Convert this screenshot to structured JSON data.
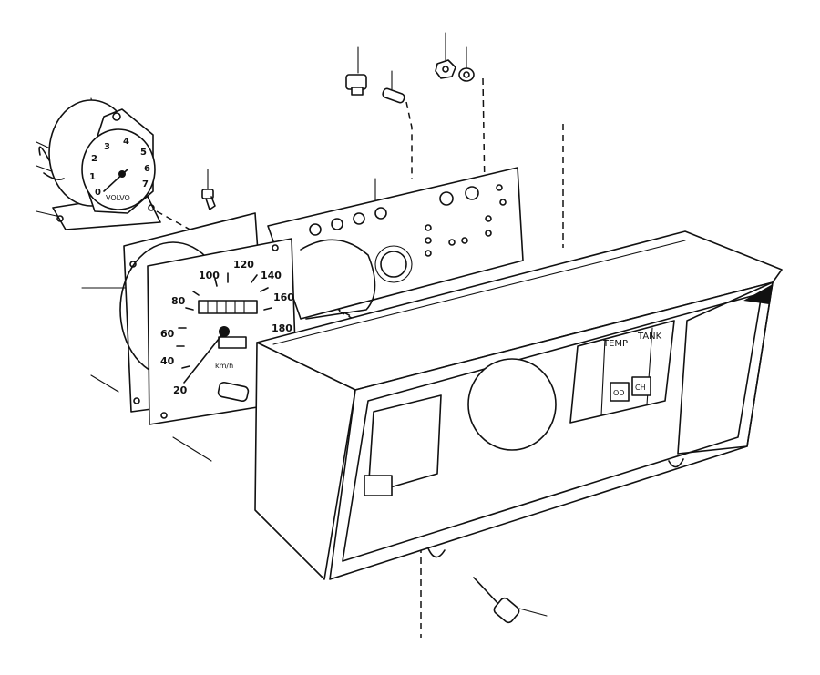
{
  "tachometer": {
    "numbers": [
      "0",
      "1",
      "2",
      "3",
      "4",
      "5",
      "6",
      "7"
    ],
    "brand": "VOLVO"
  },
  "speedometer": {
    "numbers": [
      "20",
      "40",
      "60",
      "80",
      "100",
      "120",
      "140",
      "160",
      "180"
    ],
    "unit": "km/h"
  },
  "cluster_housing": {
    "temp_label": "TEMP",
    "tank_label": "TANK",
    "od_label": "OD",
    "ch_label": "CH"
  },
  "colors": {
    "line": "#111111",
    "background": "#ffffff"
  }
}
